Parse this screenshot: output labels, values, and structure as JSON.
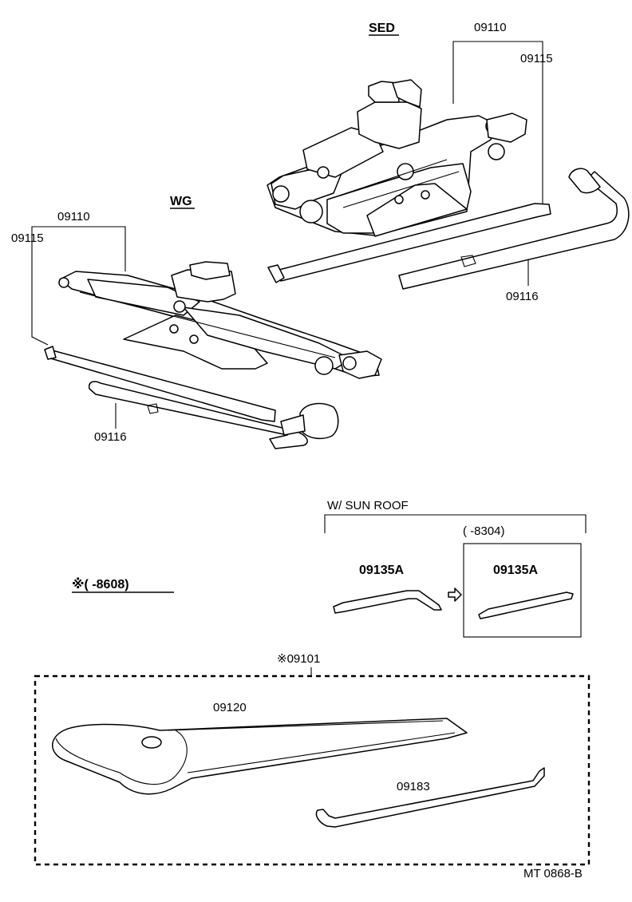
{
  "labels": {
    "sed": "SED",
    "wg": "WG",
    "sed_jack": "09110",
    "sed_handle": "09115",
    "sed_wrench": "09116",
    "wg_jack": "09110",
    "wg_handle": "09115",
    "wg_wrench": "09116",
    "sunroof": "W/ SUN  ROOF",
    "range_8304": "(       -8304)",
    "sunroof_tool_a": "09135A",
    "sunroof_tool_b": "09135A",
    "note_8608": "※(        -8608)",
    "tool_kit": "※09101",
    "tool_bag": "09120",
    "tire_tool": "09183",
    "ref_code": "MT  0868-B"
  }
}
